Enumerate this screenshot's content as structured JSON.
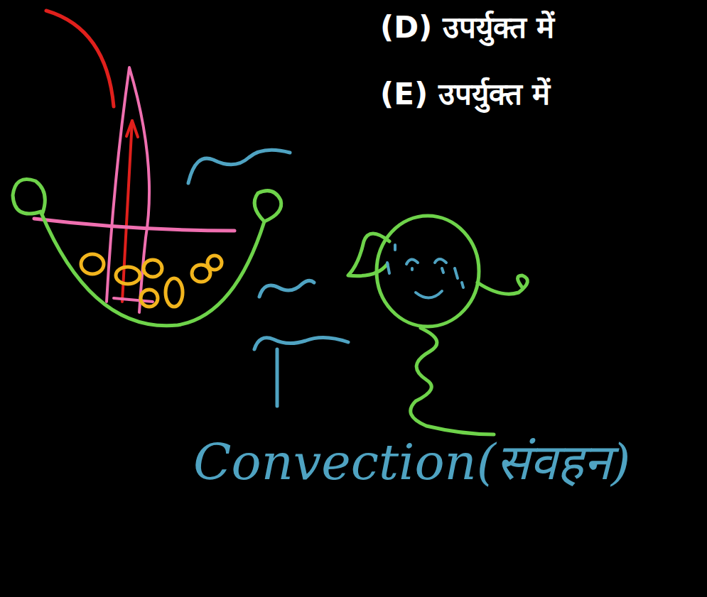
{
  "diagram": {
    "labels": [
      "(D) उपर्युक्त में",
      "(E) उपर्युक्त में",
      "Convection(संवहन)"
    ]
  }
}
